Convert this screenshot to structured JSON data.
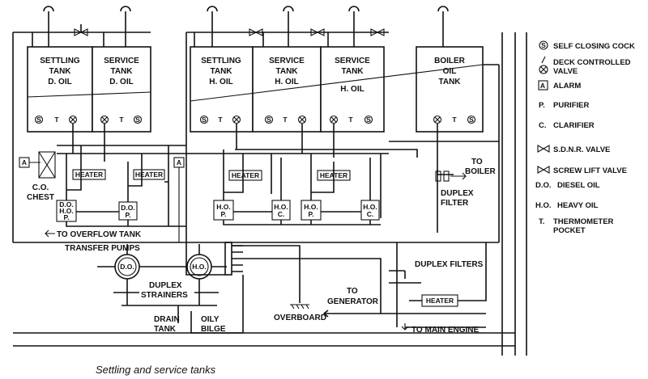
{
  "tanks": [
    {
      "id": "settling-do",
      "lines": [
        "SETTLING",
        "TANK",
        "D. OIL"
      ]
    },
    {
      "id": "service-do",
      "lines": [
        "SERVICE",
        "TANK",
        "D. OIL"
      ]
    },
    {
      "id": "settling-ho",
      "lines": [
        "SETTLING",
        "TANK",
        "H. OIL"
      ]
    },
    {
      "id": "service-ho1",
      "lines": [
        "SERVICE",
        "TANK",
        "H. OIL"
      ]
    },
    {
      "id": "service-ho2",
      "lines": [
        "SERVICE",
        "TANK",
        "H. OIL"
      ]
    },
    {
      "id": "boiler-oil",
      "lines": [
        "BOILER",
        "OIL",
        "TANK"
      ]
    }
  ],
  "tank_fittings": {
    "s": "S",
    "t": "T"
  },
  "labels": {
    "heater": "HEATER",
    "co_chest": [
      "C.O.",
      "CHEST"
    ],
    "alarm_box": "A",
    "overflow": "TO OVERFLOW TANK",
    "to_boiler": [
      "TO",
      "BOILER"
    ],
    "duplex_filter": [
      "DUPLEX",
      "FILTER"
    ],
    "transfer_pumps": "TRANSFER PUMPS",
    "do_pump": "D.O.",
    "ho_pump": "H.O.",
    "duplex_strainers": [
      "DUPLEX",
      "STRAINERS"
    ],
    "drain_tank": [
      "DRAIN",
      "TANK"
    ],
    "oily_bilge": [
      "OILY",
      "BILGE"
    ],
    "overboard": "OVERBOARD",
    "to_generator": [
      "TO",
      "GENERATOR"
    ],
    "duplex_filters": "DUPLEX FILTERS",
    "to_main_engine": "TO MAIN ENGINE"
  },
  "purifiers": [
    {
      "id": "p1",
      "top": "D.O.",
      "mid": "H.O.",
      "bot": "P."
    },
    {
      "id": "p2",
      "top": "D.O.",
      "bot": "P."
    },
    {
      "id": "p3",
      "top": "H.O.",
      "bot": "P."
    },
    {
      "id": "p4",
      "top": "H.O.",
      "bot": "C."
    },
    {
      "id": "p5",
      "top": "H.O.",
      "bot": "P."
    },
    {
      "id": "p6",
      "top": "H.O.",
      "bot": "C."
    }
  ],
  "legend": [
    {
      "sym": "S",
      "text": "SELF CLOSING COCK"
    },
    {
      "sym": "⊗",
      "text": "DECK CONTROLLED VALVE"
    },
    {
      "sym": "A",
      "text": "ALARM"
    },
    {
      "sym": "P.",
      "text": "PURIFIER"
    },
    {
      "sym": "C.",
      "text": "CLARIFIER"
    },
    {
      "sym": "⋈",
      "text": "S.D.N.R. VALVE"
    },
    {
      "sym": "⋈",
      "text": "SCREW LIFT VALVE"
    },
    {
      "sym": "D.O.",
      "text": "DIESEL OIL"
    },
    {
      "sym": "H.O.",
      "text": "HEAVY OIL"
    },
    {
      "sym": "T.",
      "text": "THERMOMETER POCKET"
    }
  ],
  "caption": "Settling and service tanks"
}
